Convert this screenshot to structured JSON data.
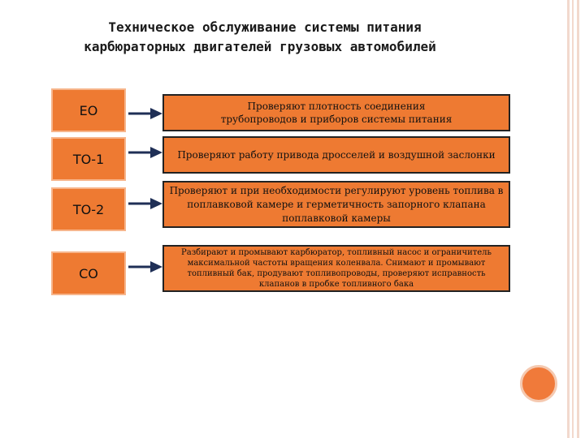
{
  "title": {
    "line1": "Техническое обслуживание системы питания",
    "line2": "карбюраторных двигателей грузовых автомобилей"
  },
  "rows": [
    {
      "label": "ЕО",
      "line1": "Проверяют плотность соединения",
      "line2": "трубопроводов и приборов системы питания"
    },
    {
      "label": "ТО-1",
      "text": "Проверяют работу привода дросселей и воздушной заслонки"
    },
    {
      "label": "ТО-2",
      "text": "Проверяют и при необходимости регулируют уровень топлива в поплавковой камере и герметичность запорного клапана поплавковой камеры"
    },
    {
      "label": "СО",
      "text": "Разбирают и промывают карбюратор, топливный насос и ограничитель максимальной частоты вращения коленвала. Снимают и промывают топливный бак, продувают топливопроводы, проверяют исправность клапанов в пробке топливного бака"
    }
  ],
  "colors": {
    "box_fill": "#ee7a32",
    "arrow": "#1f2f56",
    "accent_dot": "#f07a3a"
  }
}
